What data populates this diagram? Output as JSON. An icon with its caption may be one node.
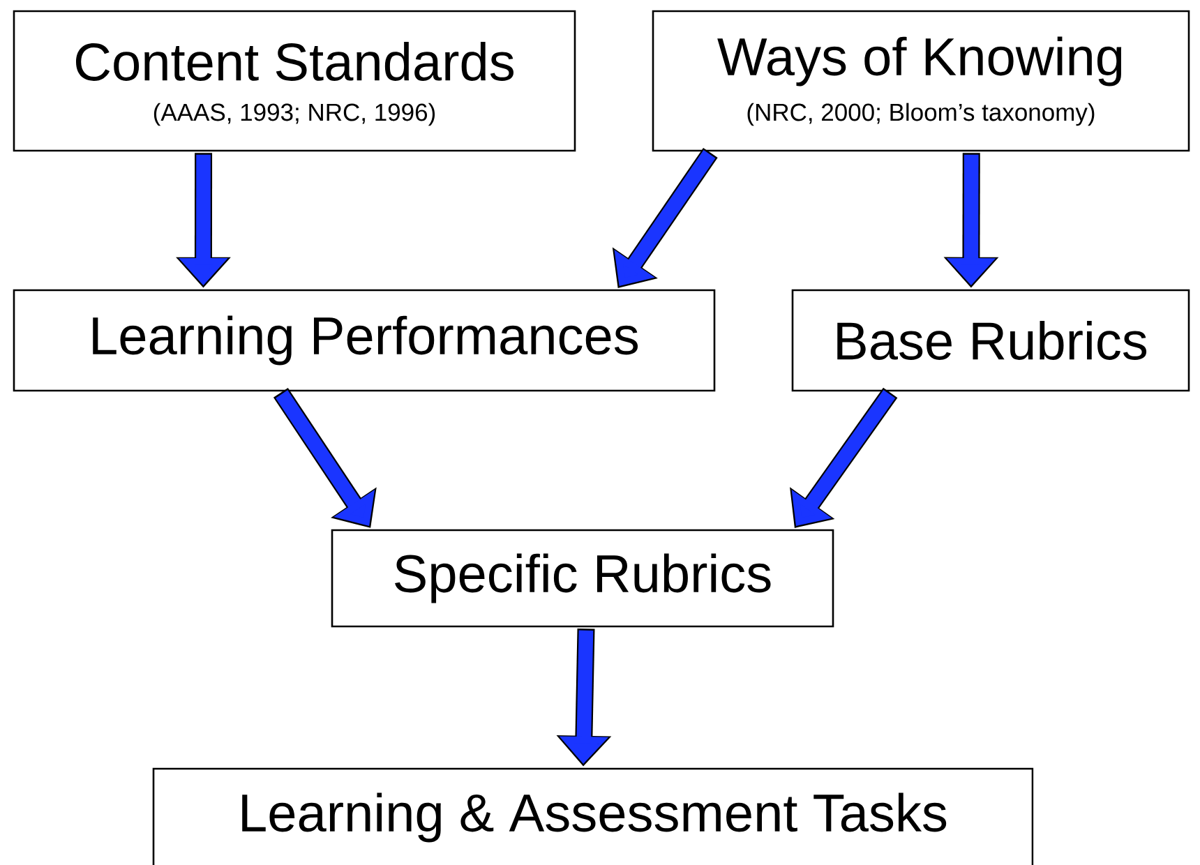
{
  "diagram": {
    "nodes": [
      {
        "text": [
          "Content Standards",
          "(AAAS, 1993; NRC, 1996)"
        ]
      },
      {
        "text": [
          "Ways of Knowing",
          "(NRC, 2000; Bloom’s taxonomy)"
        ]
      },
      {
        "text": [
          "Learning Performances"
        ]
      },
      {
        "text": [
          "Base Rubrics"
        ]
      },
      {
        "text": [
          "Specific Rubrics"
        ]
      },
      {
        "text": [
          "Learning & Assessment Tasks"
        ]
      }
    ],
    "edges": [
      {
        "from": 0,
        "to": 2,
        "arrow": "to"
      },
      {
        "from": 1,
        "to": 2,
        "arrow": "to"
      },
      {
        "from": 1,
        "to": 3,
        "arrow": "to"
      },
      {
        "from": 2,
        "to": 4,
        "arrow": "to"
      },
      {
        "from": 3,
        "to": 4,
        "arrow": "to"
      },
      {
        "from": 4,
        "to": 5,
        "arrow": "to"
      }
    ]
  }
}
